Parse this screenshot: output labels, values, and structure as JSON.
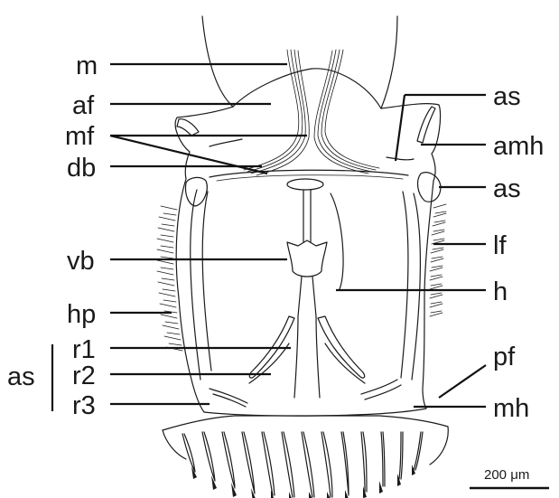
{
  "figure": {
    "labels_left": [
      {
        "key": "m",
        "text": "m"
      },
      {
        "key": "af",
        "text": "af"
      },
      {
        "key": "mf",
        "text": "mf"
      },
      {
        "key": "db",
        "text": "db"
      },
      {
        "key": "vb",
        "text": "vb"
      },
      {
        "key": "hp",
        "text": "hp"
      },
      {
        "key": "r1",
        "text": "r1"
      },
      {
        "key": "r2",
        "text": "r2"
      },
      {
        "key": "r3",
        "text": "r3"
      }
    ],
    "labels_right": [
      {
        "key": "as_upper",
        "text": "as"
      },
      {
        "key": "amh",
        "text": "amh"
      },
      {
        "key": "as_mid",
        "text": "as"
      },
      {
        "key": "lf",
        "text": "lf"
      },
      {
        "key": "h",
        "text": "h"
      },
      {
        "key": "pf",
        "text": "pf"
      },
      {
        "key": "mh",
        "text": "mh"
      }
    ],
    "bracket_label": "as",
    "scale_bar": {
      "text": "200 μm",
      "length_um": 200
    }
  }
}
